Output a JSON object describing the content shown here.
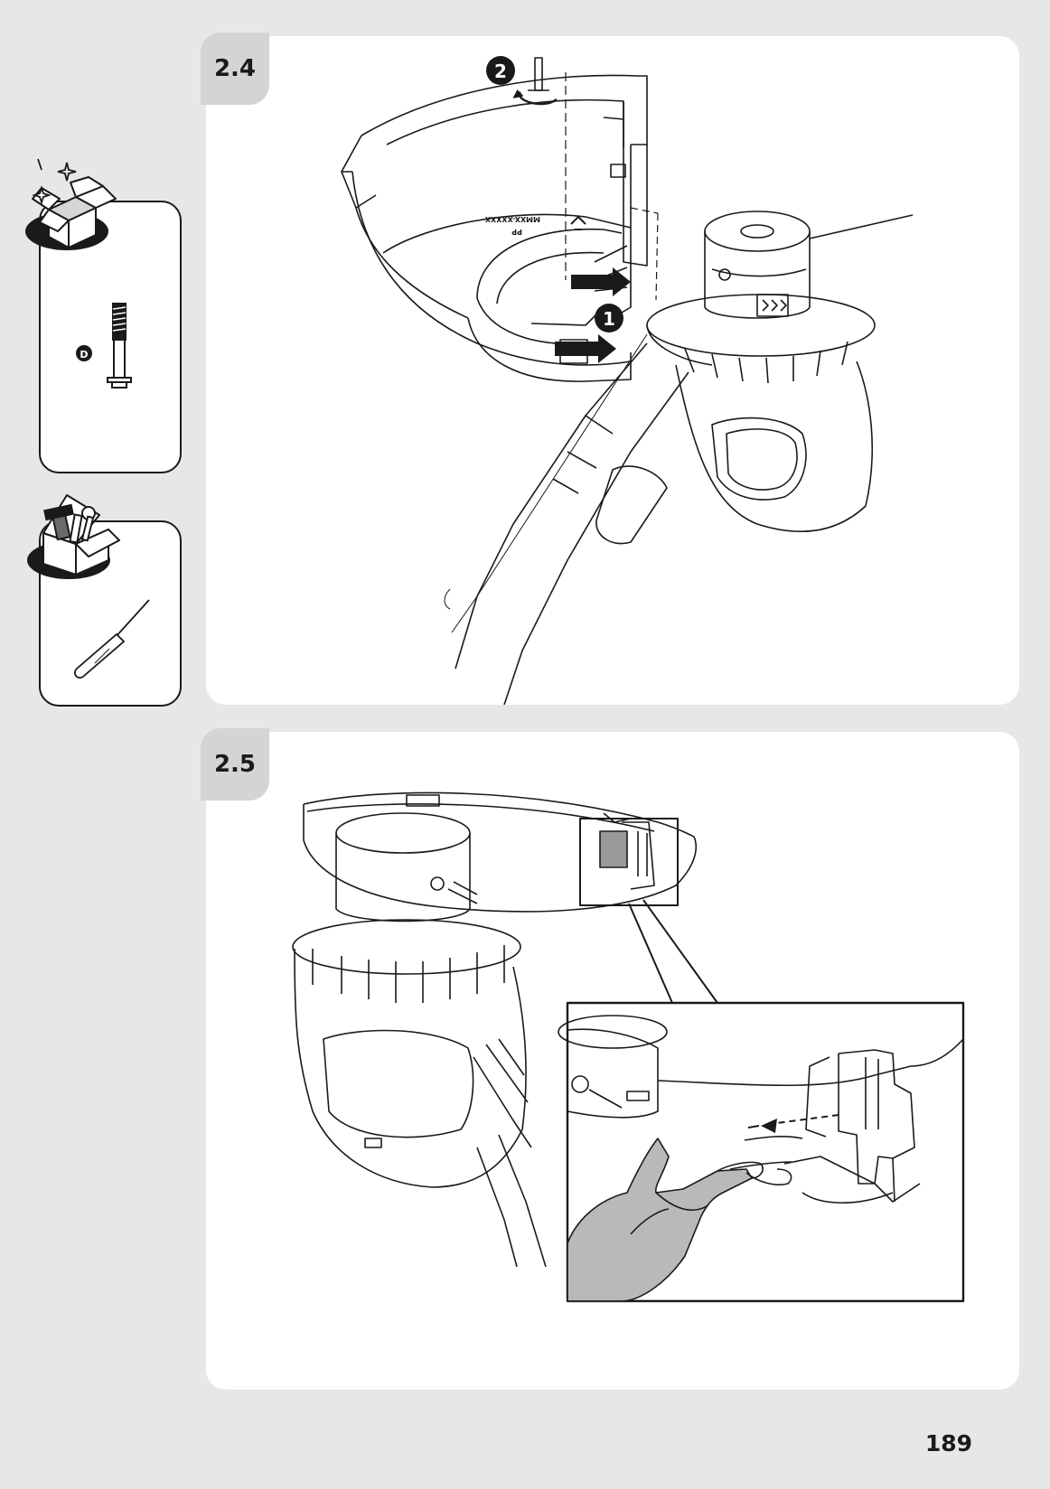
{
  "steps": [
    {
      "id": "2.4",
      "label": "2.4"
    },
    {
      "id": "2.5",
      "label": "2.5"
    }
  ],
  "parts_card": {
    "icon": "open-box-icon",
    "part_letter": "D"
  },
  "tools_card": {
    "icon": "toolbox-icon",
    "tool": "screwdriver-icon"
  },
  "step_2_4": {
    "callouts": [
      "1",
      "2"
    ],
    "guard_imprint": [
      "PP",
      "MMXX-XXXXX"
    ]
  },
  "page_number": "189",
  "colors": {
    "page_background": "#e6e7e9",
    "panel": "#ffffff",
    "step_tab": "#d3d4d6",
    "ink": "#1a1a1a",
    "hand_fill": "#b9b9b9"
  }
}
